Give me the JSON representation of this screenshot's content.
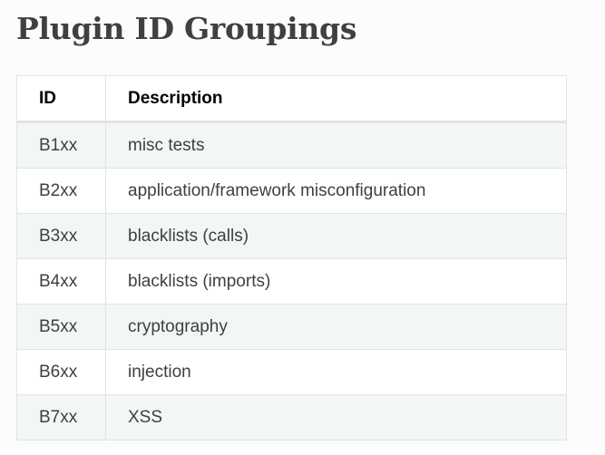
{
  "title": "Plugin ID Groupings",
  "table": {
    "headers": [
      "ID",
      "Description"
    ],
    "rows": [
      {
        "id": "B1xx",
        "description": "misc tests"
      },
      {
        "id": "B2xx",
        "description": "application/framework misconfiguration"
      },
      {
        "id": "B3xx",
        "description": "blacklists (calls)"
      },
      {
        "id": "B4xx",
        "description": "blacklists (imports)"
      },
      {
        "id": "B5xx",
        "description": "cryptography"
      },
      {
        "id": "B6xx",
        "description": "injection"
      },
      {
        "id": "B7xx",
        "description": "XSS"
      }
    ]
  }
}
